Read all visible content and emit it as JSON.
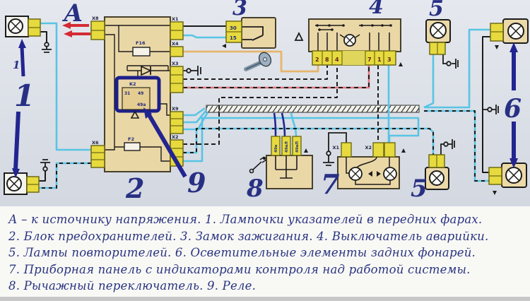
{
  "legend": {
    "lines": [
      "А – к источнику напряжения. 1. Лампочки указателей в передних фарах.",
      "2. Блок предохранителей. 3. Замок зажигания. 4. Выключатель аварийки.",
      "5. Лампы повторителей. 6. Осветительные элементы задних фонарей.",
      "7. Приборная панель с индикаторами контроля над работой системы.",
      "8. Рычажный переключатель. 9. Реле."
    ]
  },
  "labels": {
    "source_marker": "А",
    "item1": "1",
    "item1_small": "1",
    "item2": "2",
    "item3": "3",
    "item4": "4",
    "item5_top": "5",
    "item5_bottom": "5",
    "item6": "6",
    "item7": "7",
    "item8": "8",
    "item9": "9"
  },
  "fuse_block": {
    "connectors": {
      "x8": "X8",
      "x6": "X6",
      "x1": "X1",
      "x4": "X4",
      "x3": "X3",
      "x9": "X9",
      "x2": "X2"
    },
    "fuses": {
      "f16": "F16",
      "f2": "F2"
    },
    "relay": {
      "name": "K2",
      "pin_31": "31",
      "pin_49": "49",
      "pin_49a": "49а"
    }
  },
  "ignition_switch": {
    "pin_30": "30",
    "pin_15": "15"
  },
  "hazard_switch": {
    "pins": [
      "2",
      "8",
      "4",
      "7",
      "1",
      "3"
    ]
  },
  "lever_switch": {
    "pins": [
      "49а",
      "49аЛ",
      "49аП"
    ]
  },
  "instrument_panel": {
    "x1": "X1",
    "x2": "X2"
  },
  "colors": {
    "wire_cyan": "#58c4e4",
    "wire_navy": "#20268f",
    "wire_red": "#d42b33",
    "wire_orange": "#e6b66e",
    "wire_black": "#1c1c1c",
    "wire_pink_stripe": "#e4737c",
    "component_fill": "#ead7a6",
    "connector_fill": "#e6da3e",
    "label_blue": "#283084"
  }
}
